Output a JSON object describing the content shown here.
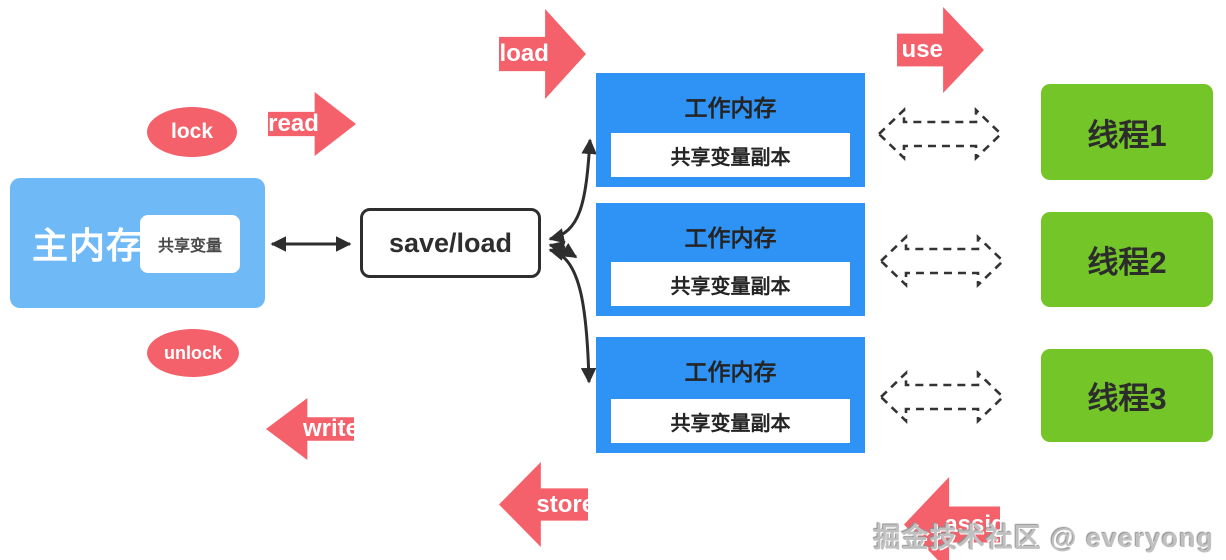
{
  "diagram": {
    "title_hint": "JMM main memory / working memory interaction diagram",
    "colors": {
      "main_memory_blue": "#6fb9f7",
      "working_memory_blue": "#2e93f4",
      "thread_green": "#74c528",
      "op_red": "#f4616b",
      "line_dark": "#2e2e2e",
      "watermark_gray": "#c0c0c0"
    },
    "main_memory": {
      "label": "主内存",
      "shared_var": "共享变量"
    },
    "save_load": {
      "label": "save/load"
    },
    "op_labels": {
      "lock": "lock",
      "unlock": "unlock",
      "read": "read",
      "write": "write",
      "load": "load",
      "store": "store",
      "use": "use",
      "assign": "assign"
    },
    "working_memories": [
      {
        "title": "工作内存",
        "copy": "共享变量副本"
      },
      {
        "title": "工作内存",
        "copy": "共享变量副本"
      },
      {
        "title": "工作内存",
        "copy": "共享变量副本"
      }
    ],
    "threads": [
      {
        "label": "线程1"
      },
      {
        "label": "线程2"
      },
      {
        "label": "线程3"
      }
    ],
    "watermark": "掘金技术社区 @ everyong"
  }
}
